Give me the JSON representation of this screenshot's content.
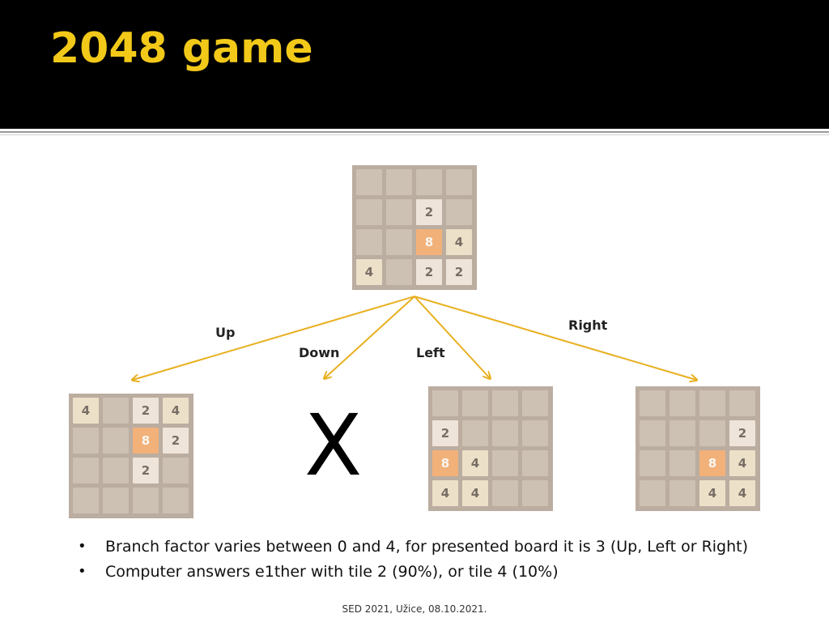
{
  "slide": {
    "title": "2048 game",
    "footer": "SED 2021, Užice, 08.10.2021."
  },
  "boards": {
    "root": [
      [
        "",
        "",
        "",
        ""
      ],
      [
        "",
        "",
        "2",
        ""
      ],
      [
        "",
        "",
        "8",
        "4"
      ],
      [
        "4",
        "",
        "2",
        "2"
      ]
    ],
    "up": [
      [
        "4",
        "",
        "2",
        "4"
      ],
      [
        "",
        "",
        "8",
        "2"
      ],
      [
        "",
        "",
        "2",
        ""
      ],
      [
        "",
        "",
        "",
        ""
      ]
    ],
    "left": [
      [
        "",
        "",
        "",
        ""
      ],
      [
        "2",
        "",
        "",
        ""
      ],
      [
        "8",
        "4",
        "",
        ""
      ],
      [
        "4",
        "4",
        "",
        ""
      ]
    ],
    "right": [
      [
        "",
        "",
        "",
        ""
      ],
      [
        "",
        "",
        "",
        "2"
      ],
      [
        "",
        "",
        "8",
        "4"
      ],
      [
        "",
        "",
        "4",
        "4"
      ]
    ]
  },
  "moves": {
    "up": "Up",
    "down": "Down",
    "left": "Left",
    "right": "Right",
    "invalid_mark": "X"
  },
  "bullets": [
    "Branch factor varies between 0 and 4, for presented board it is 3 (Up, Left or Right)",
    "Computer answers e1ther with tile 2 (90%), or tile 4 (10%)"
  ],
  "bullet_symbol": "•",
  "colors": {
    "title": "#f2c919",
    "arrow": "#e8b020",
    "tile_empty": "#cdc1b4",
    "tile_2": "#eee4da",
    "tile_4": "#ede0c8",
    "tile_8": "#f2b179"
  }
}
